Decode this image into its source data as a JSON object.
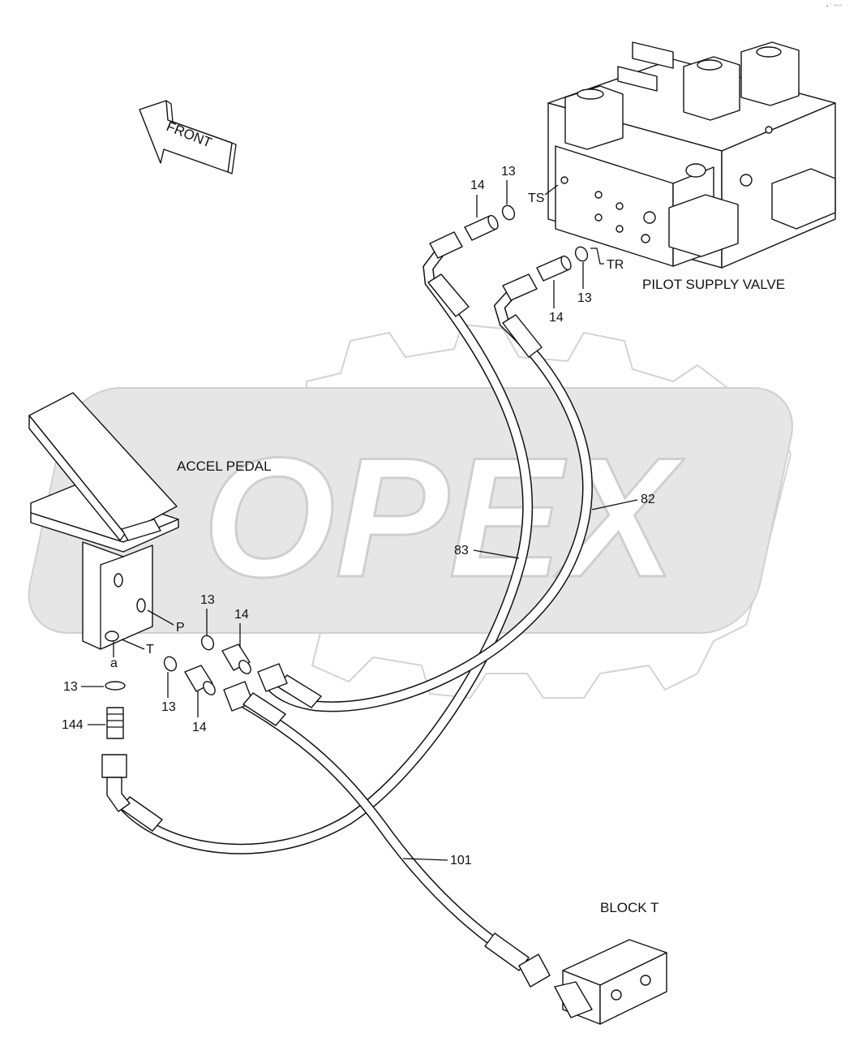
{
  "diagram": {
    "corner_mark": "•˜ ᵃˢˢᵉ",
    "front_arrow_text": "FRONT",
    "watermark_text": "OPEX",
    "components": {
      "pilot_supply_valve": "PILOT SUPPLY VALVE",
      "accel_pedal": "ACCEL PEDAL",
      "block_t": "BLOCK T"
    },
    "port_labels": {
      "ts": "TS",
      "tr": "TR",
      "p": "P",
      "t": "T",
      "a": "a"
    },
    "callouts": {
      "c14_ts": "14",
      "c13_ts": "13",
      "c13_tr": "13",
      "c14_tr": "14",
      "c82": "82",
      "c83": "83",
      "c13_p": "13",
      "c14_p": "14",
      "c13_t": "13",
      "c14_t": "14",
      "c13_a": "13",
      "c144": "144",
      "c101": "101"
    }
  }
}
